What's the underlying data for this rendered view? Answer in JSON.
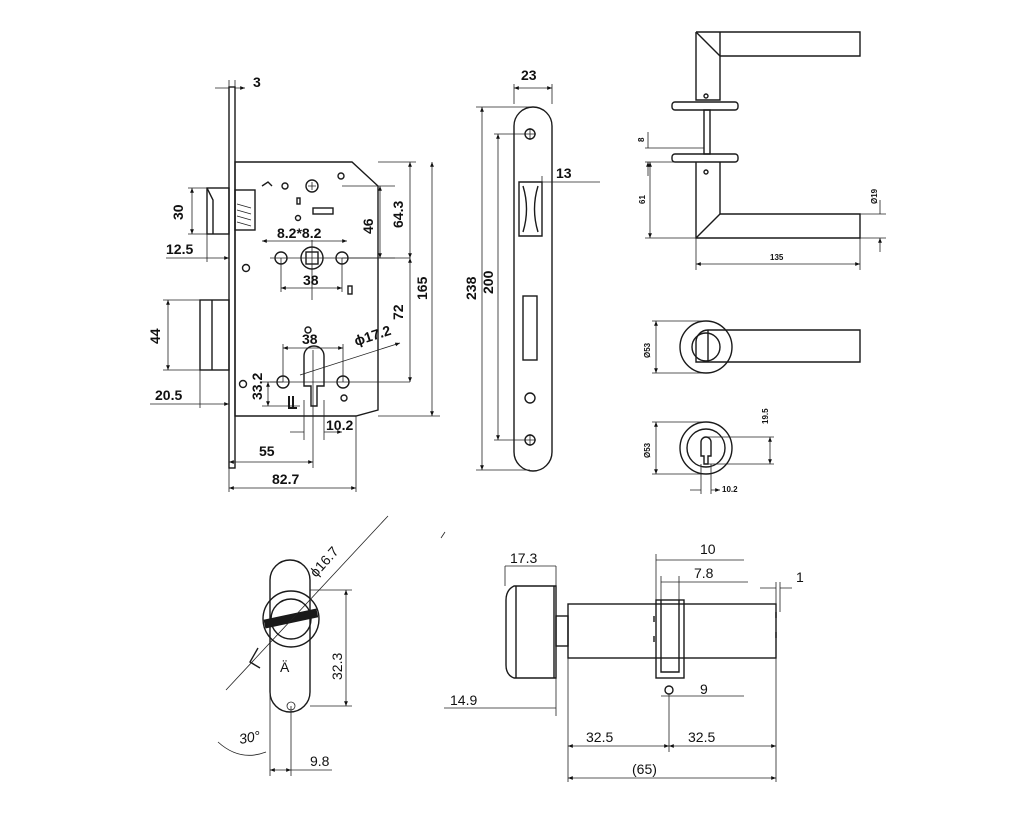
{
  "mortise_lock": {
    "faceplate_thickness": "3",
    "latch_height": "30",
    "latch_offset": "12.5",
    "deadbolt_height": "44",
    "deadbolt_offset": "20.5",
    "spindle_square": "8.2*8.2",
    "spindle_hole_spacing": "38",
    "cylinder_hole_spacing": "38",
    "upper_offset_46": "46",
    "upper_offset_64": "64.3",
    "center_distance": "72",
    "body_height": "165",
    "cylinder_dia": "ϕ17.2",
    "cylinder_offset": "33.2",
    "cylinder_width": "10.2",
    "backset": "55",
    "body_depth": "82.7"
  },
  "faceplate": {
    "width": "23",
    "length": "238",
    "hole_spacing": "200",
    "forend_width": "13"
  },
  "handle": {
    "rose_gap": "8",
    "height": "61",
    "lever_length": "135",
    "lever_dia": "Ø19",
    "rose_dia": "Ø53",
    "escutcheon_dia": "Ø53",
    "keyhole_height": "19.5",
    "keyhole_width": "10.2"
  },
  "cylinder_front": {
    "dia": "ϕ16.7",
    "height": "32.3",
    "width": "9.8",
    "cam_angle": "30°"
  },
  "cylinder_side": {
    "knob": "17.3",
    "cam_width_a": "10",
    "cam_width_b": "7.8",
    "gap": "1",
    "screw": "9",
    "knob_offset": "14.9",
    "half_left": "32.5",
    "half_right": "32.5",
    "total": "(65)"
  }
}
